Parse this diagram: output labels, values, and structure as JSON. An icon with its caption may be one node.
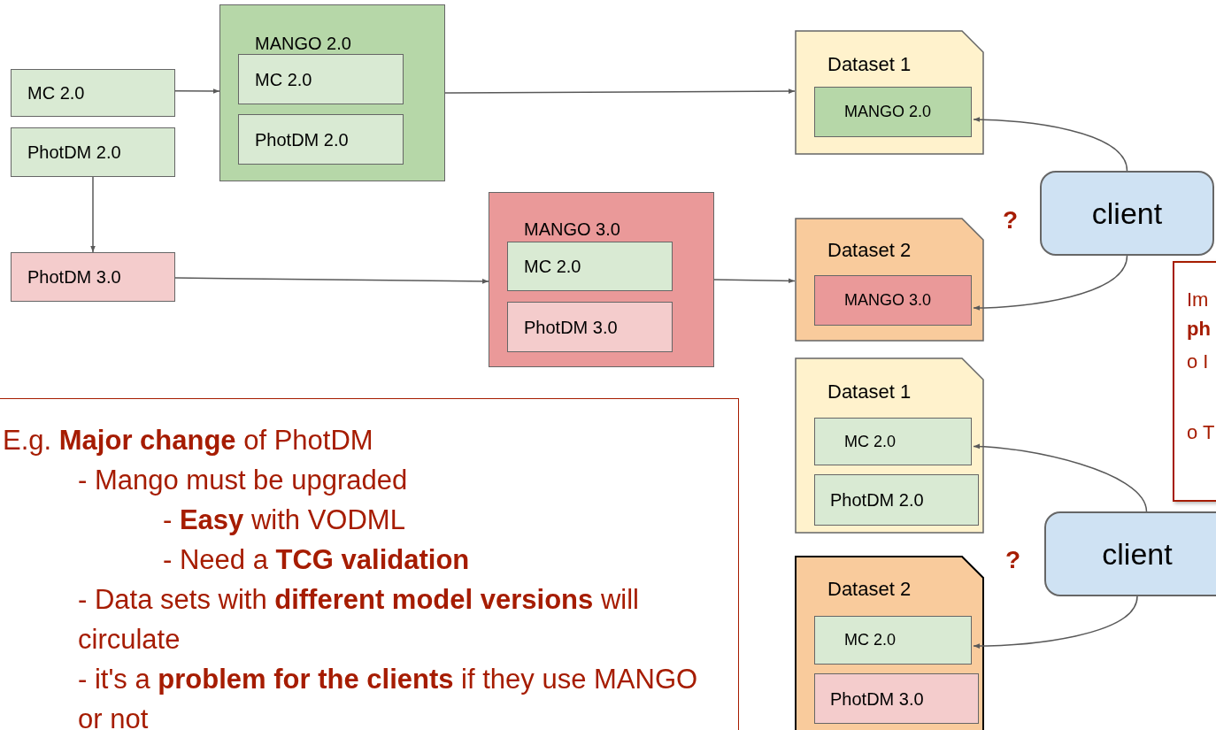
{
  "diagram": {
    "nodes": [
      {
        "text": [
          "MC 2.0"
        ]
      },
      {
        "text": [
          "PhotDM 2.0"
        ]
      },
      {
        "text": [
          "PhotDM 3.0"
        ]
      },
      {
        "text": [
          "MANGO 2.0"
        ]
      },
      {
        "text": [
          "MC 2.0"
        ],
        "in": 3
      },
      {
        "text": [
          "PhotDM 2.0"
        ],
        "in": 3
      },
      {
        "text": [
          "MANGO 3.0"
        ]
      },
      {
        "text": [
          "MC 2.0"
        ],
        "in": 6
      },
      {
        "text": [
          "PhotDM 3.0"
        ],
        "in": 6
      },
      {
        "text": [
          "Dataset 1"
        ]
      },
      {
        "text": [
          "MANGO 2.0"
        ],
        "in": 9
      },
      {
        "text": [
          "Dataset 2"
        ]
      },
      {
        "text": [
          "MANGO 3.0"
        ],
        "in": 11
      },
      {
        "text": [
          "Dataset 1"
        ]
      },
      {
        "text": [
          "MC 2.0"
        ],
        "in": 13
      },
      {
        "text": [
          "PhotDM 2.0"
        ],
        "in": 13
      },
      {
        "text": [
          "Dataset 2"
        ]
      },
      {
        "text": [
          "MC 2.0"
        ],
        "in": 16
      },
      {
        "text": [
          "PhotDM 3.0"
        ],
        "in": 16
      },
      {
        "text": [
          "client"
        ]
      },
      {
        "text": [
          "client"
        ]
      },
      {
        "text": [
          "Im",
          "**ph**",
          "o I",
          "o T"
        ]
      },
      {
        "text": [
          "E.g. **Major change** of PhotDM",
          "- Mango must be upgraded",
          "- **Easy** with VODML",
          "- Need a **TCG validation**",
          "- Data sets with **different model versions** will circulate",
          "- it's a **problem for the clients** if they use MANGO or not"
        ]
      }
    ],
    "edges": [
      {
        "from": 0,
        "to": 3,
        "arrow": "to"
      },
      {
        "from": 1,
        "to": 2,
        "arrow": "to"
      },
      {
        "from": 2,
        "to": 6,
        "arrow": "to"
      },
      {
        "from": 3,
        "to": 9,
        "arrow": "to"
      },
      {
        "from": 6,
        "to": 11,
        "arrow": "to"
      },
      {
        "from": 19,
        "to": 10,
        "arrow": "to"
      },
      {
        "from": 19,
        "to": 12,
        "arrow": "to"
      },
      {
        "from": 20,
        "to": 14,
        "arrow": "to"
      },
      {
        "from": 20,
        "to": 17,
        "arrow": "to"
      }
    ],
    "labels": [
      "?",
      "?"
    ]
  }
}
